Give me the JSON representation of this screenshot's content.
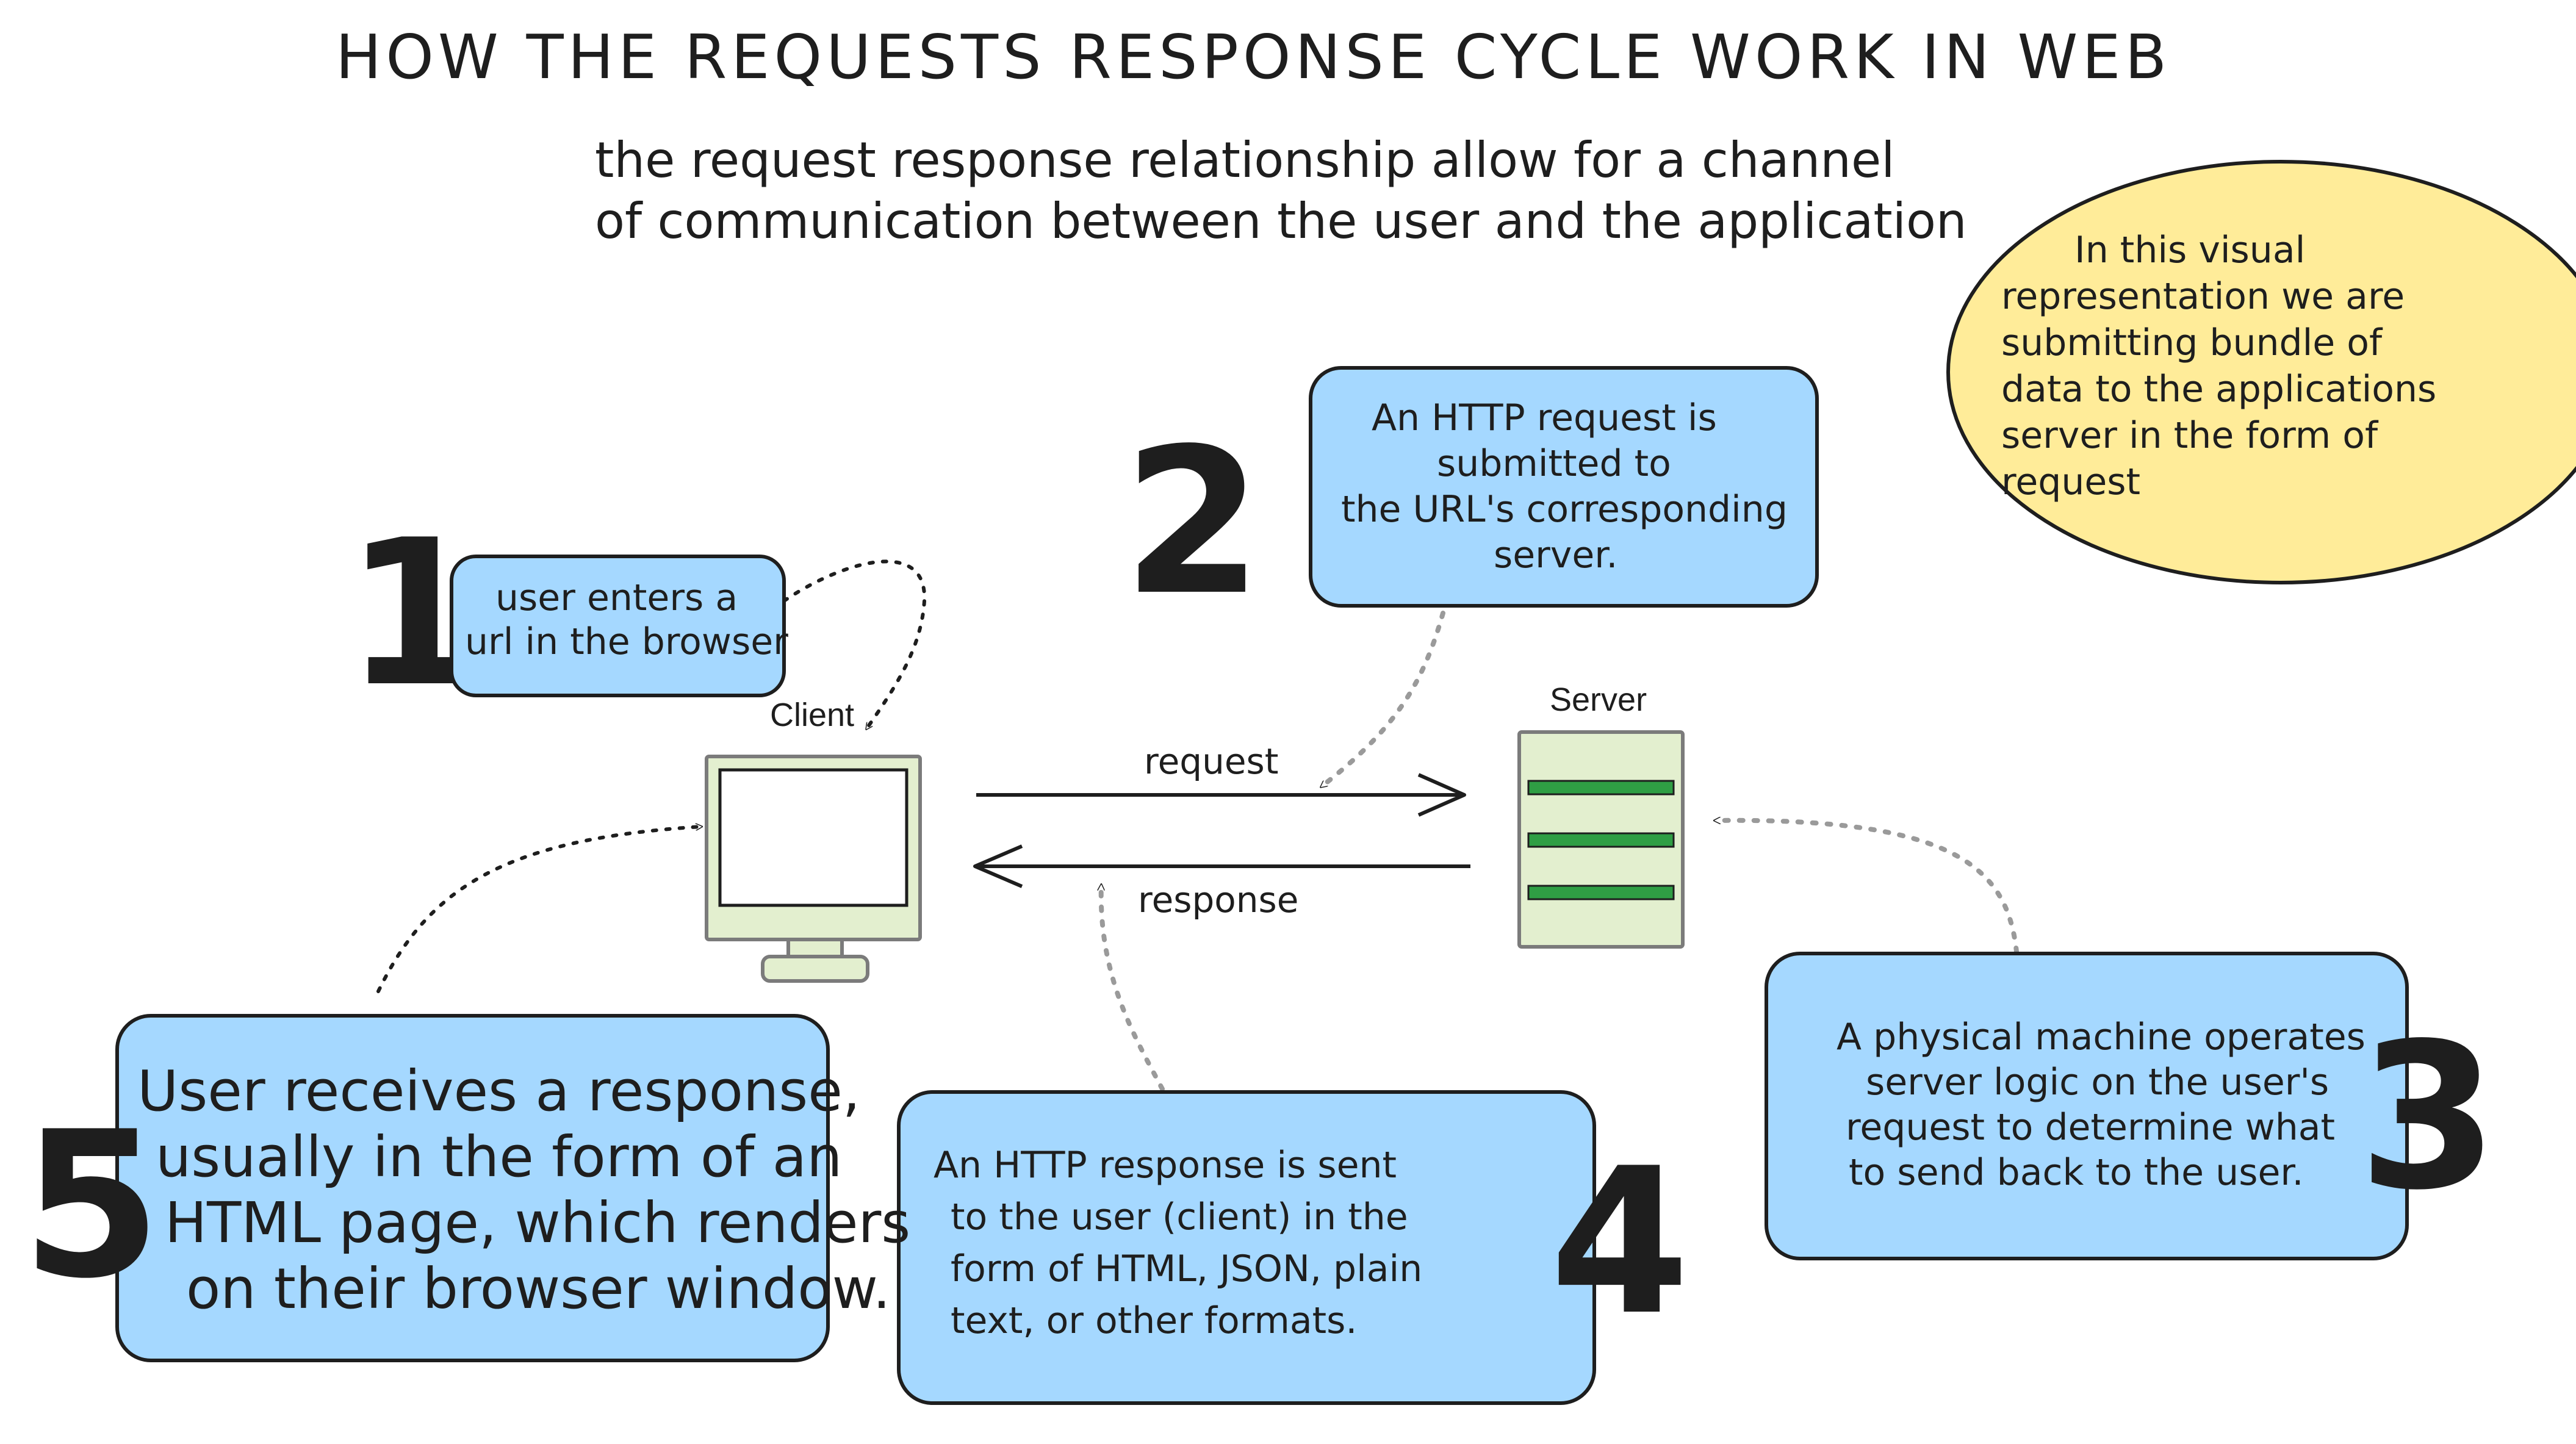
{
  "title": "HOW THE REQUESTS RESPONSE CYCLE WORK IN WEB",
  "subtitle": [
    "the request response relationship allow for a channel",
    "of communication between the user and the application"
  ],
  "note": [
    "In this visual",
    "representation we are",
    "submitting bundle of",
    "data to the applications",
    "server in the form of",
    "request"
  ],
  "client_label": "Client",
  "server_label": "Server",
  "request_label": "request",
  "response_label": "response",
  "steps": [
    {
      "number": "1",
      "lines": [
        "user enters a",
        "url in the browser"
      ]
    },
    {
      "number": "2",
      "lines": [
        "An HTTP request is",
        "submitted to",
        "the URL's corresponding",
        "server."
      ]
    },
    {
      "number": "3",
      "lines": [
        "A physical machine operates",
        "server logic on the user's",
        "request to determine what",
        "to send back to the user."
      ]
    },
    {
      "number": "4",
      "lines": [
        "An HTTP response is sent",
        "to the user (client) in the",
        "form of HTML, JSON, plain",
        "text, or other formats."
      ]
    },
    {
      "number": "5",
      "lines": [
        "User receives a response,",
        "usually in the form of an",
        "HTML page, which renders",
        "on their browser window."
      ]
    }
  ],
  "colors": {
    "box_fill": "#a5d8ff",
    "note_fill": "#ffec99",
    "device_fill": "#e3efcf",
    "server_bar": "#2f9e44",
    "ink": "#1e1e1e",
    "connector": "#9a9a9a"
  }
}
